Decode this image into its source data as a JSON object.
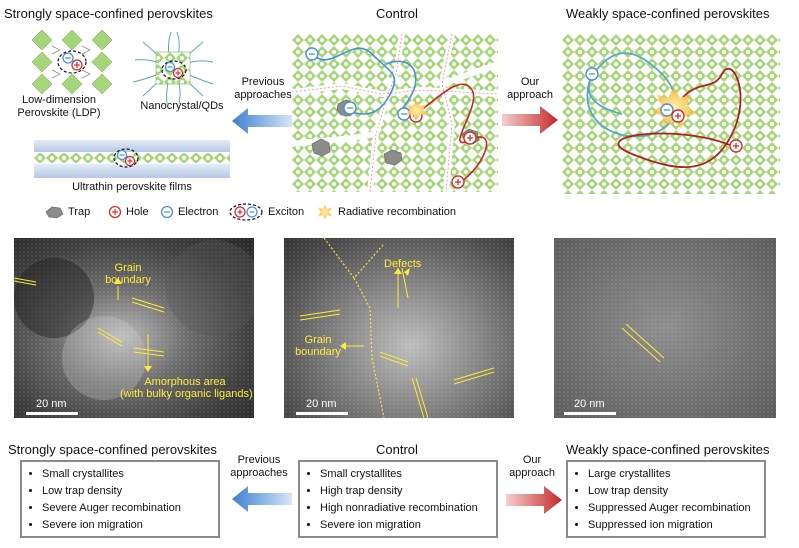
{
  "top": {
    "left_title": "Strongly space-confined perovskites",
    "center_title": "Control",
    "right_title": "Weakly space-confined perovskites",
    "ldp_label": "Low-dimension\nPerovskite (LDP)",
    "qd_label": "Nanocrystal/QDs",
    "film_label": "Ultrathin perovskite films",
    "previous_label": "Previous\napproaches",
    "our_label": "Our\napproach"
  },
  "legend": {
    "trap": "Trap",
    "hole": "Hole",
    "electron": "Electron",
    "exciton": "Exciton",
    "radiative": "Radiative recombination"
  },
  "tem": {
    "left": {
      "grain_boundary": "Grain\nboundary",
      "amorphous": "Amorphous area\n(with bulky organic ligands)",
      "scale": "20 nm"
    },
    "center": {
      "defects": "Defects",
      "grain_boundary": "Grain\nboundary",
      "scale": "20 nm"
    },
    "right": {
      "scale": "20 nm"
    }
  },
  "bottom": {
    "left_title": "Strongly space-confined perovskites",
    "center_title": "Control",
    "right_title": "Weakly space-confined perovskites",
    "previous_label": "Previous\napproaches",
    "our_label": "Our\napproach",
    "left_items": [
      "Small crystallites",
      "Low trap density",
      "Severe Auger recombination",
      "Severe ion migration"
    ],
    "center_items": [
      "Small crystallites",
      "High trap density",
      "High nonradiative recombination",
      "Severe ion migration"
    ],
    "right_items": [
      "Large crystallites",
      "Low trap density",
      "Suppressed Auger recombination",
      "Suppressed ion migration"
    ]
  },
  "colors": {
    "lattice_green": "#9ccc65",
    "electron_blue": "#4a90d9",
    "hole_red": "#d32f2f",
    "arrow_blue": "#4a90d9",
    "arrow_red": "#c62828",
    "annotation_yellow": "#ffeb3b"
  }
}
